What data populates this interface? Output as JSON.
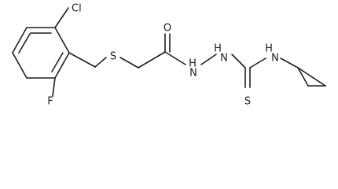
{
  "structure": {
    "atoms": {
      "cl": "Cl",
      "f": "F",
      "s_thioether": "S",
      "o": "O",
      "nh_left": "H",
      "n_left": "N",
      "nh_mid": "H",
      "n_mid": "N",
      "nh_right": "H",
      "n_right": "N",
      "s_thione": "S"
    }
  }
}
